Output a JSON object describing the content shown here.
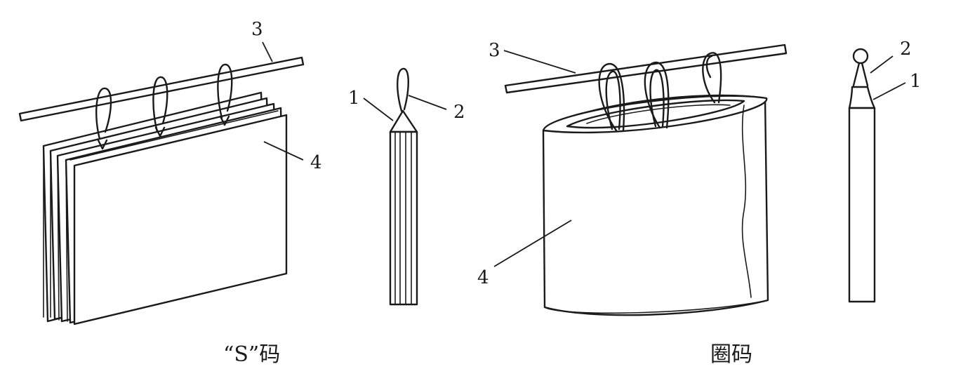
{
  "callouts": {
    "s_hanger": {
      "rod": "3",
      "bundle": "4"
    },
    "s_side": {
      "clip": "1",
      "loop": "2"
    },
    "ring_hanger": {
      "rod": "3",
      "bundle": "4"
    },
    "ring_side": {
      "clip": "1",
      "loop": "2"
    }
  },
  "captions": {
    "left": "“S”码",
    "right": "圈码"
  }
}
